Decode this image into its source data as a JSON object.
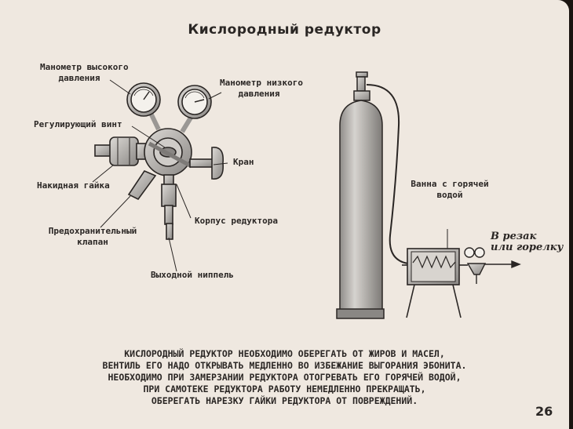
{
  "title": "Кислородный редуктор",
  "labels": {
    "hp_gauge": [
      "Манометр высокого",
      "давления"
    ],
    "lp_gauge": [
      "Манометр низкого",
      "давления"
    ],
    "adjust_screw": "Регулирующий винт",
    "valve": "Кран",
    "union_nut": "Накидная гайка",
    "body": "Корпус редуктора",
    "safety_valve": [
      "Предохранительный",
      "клапан"
    ],
    "outlet_nipple": "Выходной ниппель",
    "hot_bath": [
      "Ванна с горячей",
      "водой"
    ],
    "destination": [
      "В резак",
      "или горелку"
    ]
  },
  "caption": [
    "КИСЛОРОДНЫЙ РЕДУКТОР НЕОБХОДИМО ОБЕРЕГАТЬ ОТ ЖИРОВ И МАСЕЛ,",
    "ВЕНТИЛЬ ЕГО НАДО ОТКРЫВАТЬ МЕДЛЕННО ВО ИЗБЕЖАНИЕ ВЫГОРАНИЯ ЭБОНИТА.",
    "НЕОБХОДИМО ПРИ ЗАМЕРЗАНИИ РЕДУКТОРА ОТОГРЕВАТЬ ЕГО ГОРЯЧЕЙ ВОДОЙ,",
    "ПРИ САМОТЕКЕ РЕДУКТОРА РАБОТУ НЕМЕДЛЕННО ПРЕКРАЩАТЬ,",
    "ОБЕРЕГАТЬ НАРЕЗКУ ГАЙКИ РЕДУКТОРА ОТ ПОВРЕЖДЕНИЙ."
  ],
  "page_number": "26",
  "colors": {
    "paper": "#efe8e0",
    "ink": "#2a2624",
    "metal": "#b9b6b2",
    "border": "#1a1410"
  }
}
